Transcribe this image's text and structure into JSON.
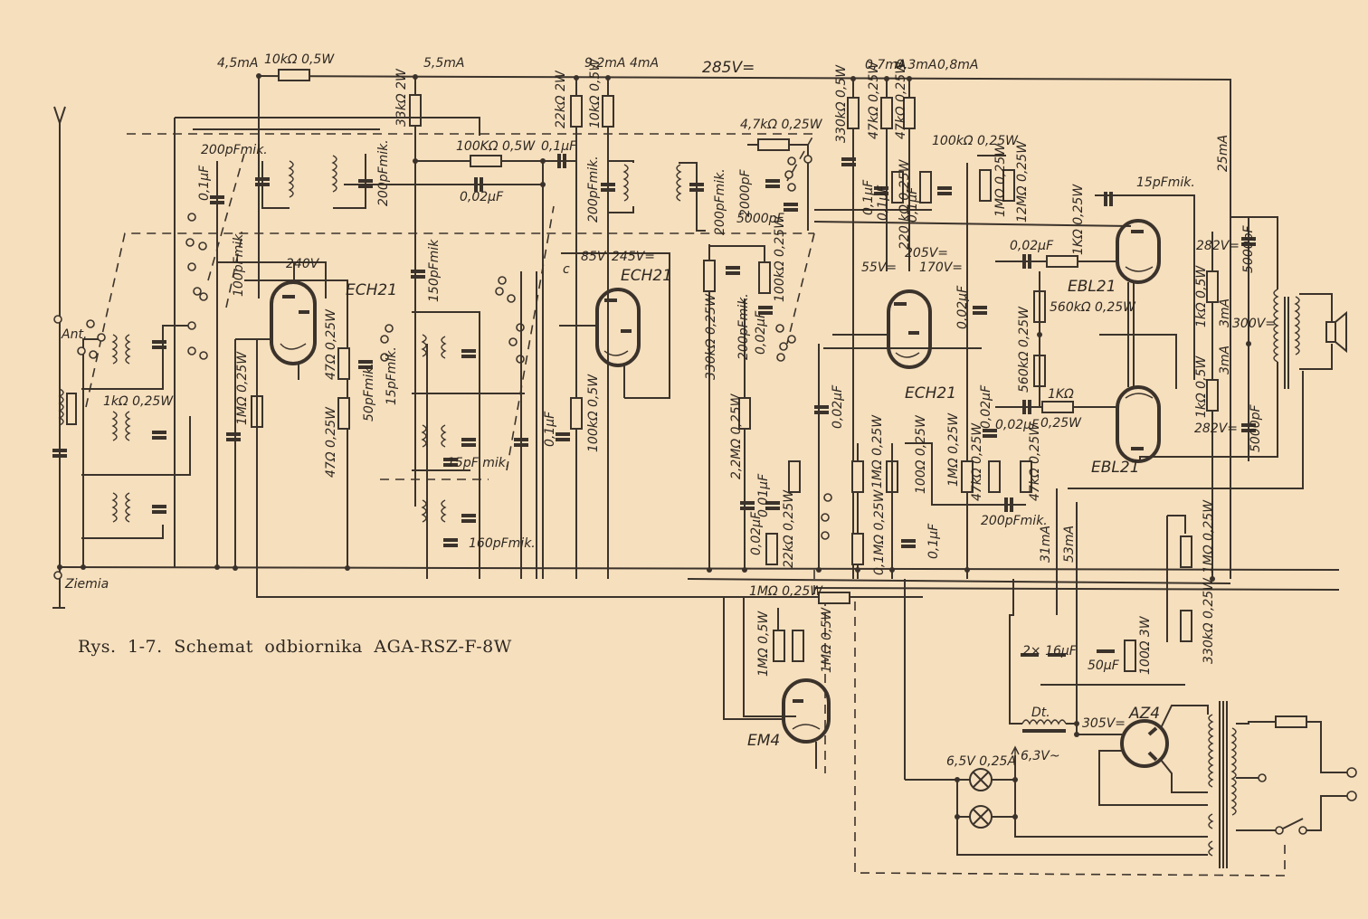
{
  "caption": "Rys. 1-7. Schemat odbiornika AGA-RSZ-F-8W",
  "terminals": {
    "antenna": "Ant.",
    "ground": "Ziemia"
  },
  "tubes": [
    {
      "id": "v1",
      "type": "ECH21",
      "role": "mixer-oscillator"
    },
    {
      "id": "v2",
      "type": "ECH21",
      "role": "if-amplifier"
    },
    {
      "id": "v3",
      "type": "ECH21",
      "role": "detector-af"
    },
    {
      "id": "v4",
      "type": "EBL21",
      "role": "output-upper"
    },
    {
      "id": "v5",
      "type": "EBL21",
      "role": "output-lower"
    },
    {
      "id": "v6",
      "type": "EM4",
      "role": "tuning-indicator"
    },
    {
      "id": "v7",
      "type": "AZ4",
      "role": "rectifier"
    }
  ],
  "supply_labels": {
    "b_plus": "285V=",
    "i1": "4,5mA",
    "i2": "5,5mA",
    "i3": "9,2mA",
    "i4": "4mA",
    "i5": "0,7mA",
    "i6": "0,3mA",
    "i7": "0,8mA",
    "i8": "25mA",
    "v240": "240V",
    "v85": "85V",
    "v245": "245V=",
    "node_c": "c",
    "v55": "55V=",
    "v205": "205V=",
    "v170": "170V=",
    "v282a": "282V=",
    "v282b": "282V=",
    "v300": "300V=",
    "i3ma_a": "3mA",
    "i3ma_b": "3mA",
    "i31": "31mA",
    "i53": "53mA",
    "v305": "305V=",
    "fil": "6,3V~"
  },
  "components": {
    "r_10k": "10kΩ 0,5W",
    "r_33k": "33kΩ 2W",
    "r_22k2w": "22kΩ 2W",
    "r_10k05": "10kΩ 0,5W",
    "r_100k": "100KΩ 0,5W",
    "c_01a": "0,1μF",
    "c_002a": "0,02μF",
    "c_200mik_a": "200pFmik.",
    "c_200mik_b": "200pFmik.",
    "c_01b": "0,1μF",
    "c_200mik_c": "200pFmik.",
    "c_200mik_d": "200pFmik.",
    "r_47k": "4,7kΩ 0,25W",
    "c_2000": "2000pF",
    "c_5000a": "5000pF",
    "r_330k05": "330kΩ 0,5W",
    "c_01c": "0,1μF",
    "r_47k_a": "47kΩ 0,25W",
    "r_47k_b": "47kΩ 0,25W",
    "r_100k025": "100kΩ 0,25W",
    "c_01d": "0,1μF",
    "c_01e": "0,1μF",
    "r_220k": "220 kΩ 0,25W",
    "r_1m_a": "1MΩ 0,25W",
    "r_12m": "12MΩ 0,25W",
    "c_15mik": "15pFmik.",
    "c_5000b": "5000pF",
    "c_5000c": "5000pF",
    "r_1k_ant": "1kΩ 0,25W",
    "c_100mik": "100pFmik.",
    "r_1m_g": "1MΩ 0,25W",
    "r_47_a": "47Ω 0,25W",
    "r_47_b": "47Ω 0,25W",
    "c_50mik": "50pFmik.",
    "c_15mik_b": "15pFmik.",
    "c_150mik": "150pFmik",
    "c_15pf_mik": "15pF mik.",
    "c_160mik": "160pFmik.",
    "c_01f": "0,1μF",
    "r_100k05": "100kΩ 0,5W",
    "r_330k025": "330kΩ 0,25W",
    "c_200mik_e": "200pFmik.",
    "r_100k025b": "100kΩ 0,25W",
    "c_002b": "0,02μF",
    "r_2m2": "2,2MΩ 0,25W",
    "c_001": "0,01μF",
    "c_002c": "0,02μF",
    "r_22k025": "22kΩ 0,25W",
    "c_002d": "0,02μF",
    "r_1m_b": "1MΩ 0,25W",
    "r_100ohm": "100Ω 0,25W",
    "r_01m": "0,1MΩ 0,25W",
    "c_01g": "0,1μF",
    "c_002e": "0,02μF",
    "r_1m_c": "1MΩ 0,25W",
    "r_47k_c": "47kΩ 0,25W",
    "r_47k_d": "47kΩ 0,25W",
    "c_002f": "0,02μF",
    "c_002g": "0,02μF",
    "c_200mik_f": "200pFmik.",
    "c_002h": "0,02μF",
    "r_1k_a": "1KΩ 0,25W",
    "r_560k_a": "560kΩ 0,25W",
    "r_560k_b": "560kΩ 0,25W",
    "r_1k_b": "1KΩ",
    "r_1k_b2": "0,25W",
    "r_1k05_a": "1kΩ 0,5W",
    "r_1k05_b": "1kΩ 0,5W",
    "r_1m_d": "1MΩ 0,25W",
    "r_1m_e": "1MΩ 0,25W",
    "r_1m05_a": "1MΩ 0,5W",
    "r_1m05_b": "1MΩ 0,5W",
    "c_2x16": "2× 16μF",
    "c_50uf": "50μF",
    "r_100_3w": "100Ω 3W",
    "r_330k025b": "330kΩ 0,25W",
    "choke": "Dt.",
    "lamp": "6,5V 0,25A"
  }
}
